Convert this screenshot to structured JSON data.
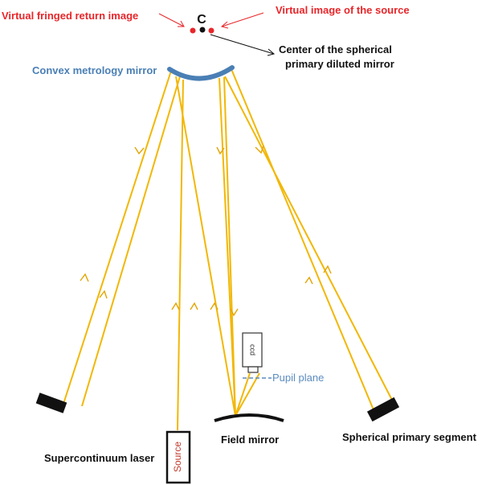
{
  "labels": {
    "virtual_fringed": "Virtual fringed return image",
    "center_letter": "C",
    "virtual_source": "Virtual image of the source",
    "center_line1": "Center of the spherical",
    "center_line2": "primary diluted mirror",
    "convex_mirror": "Convex metrology mirror",
    "pupil_plane": "Pupil plane",
    "ccd": "ccd",
    "field_mirror": "Field mirror",
    "spherical_segment": "Spherical primary segment",
    "supercontinuum": "Supercontinuum laser",
    "source": "Source"
  },
  "colors": {
    "beam": "#f2b705",
    "red_label": "#e8262a",
    "convex_mirror": "#4a7fb5",
    "pupil": "#5b8cc0",
    "dot_red": "#e8262a",
    "dot_black": "#111111"
  }
}
